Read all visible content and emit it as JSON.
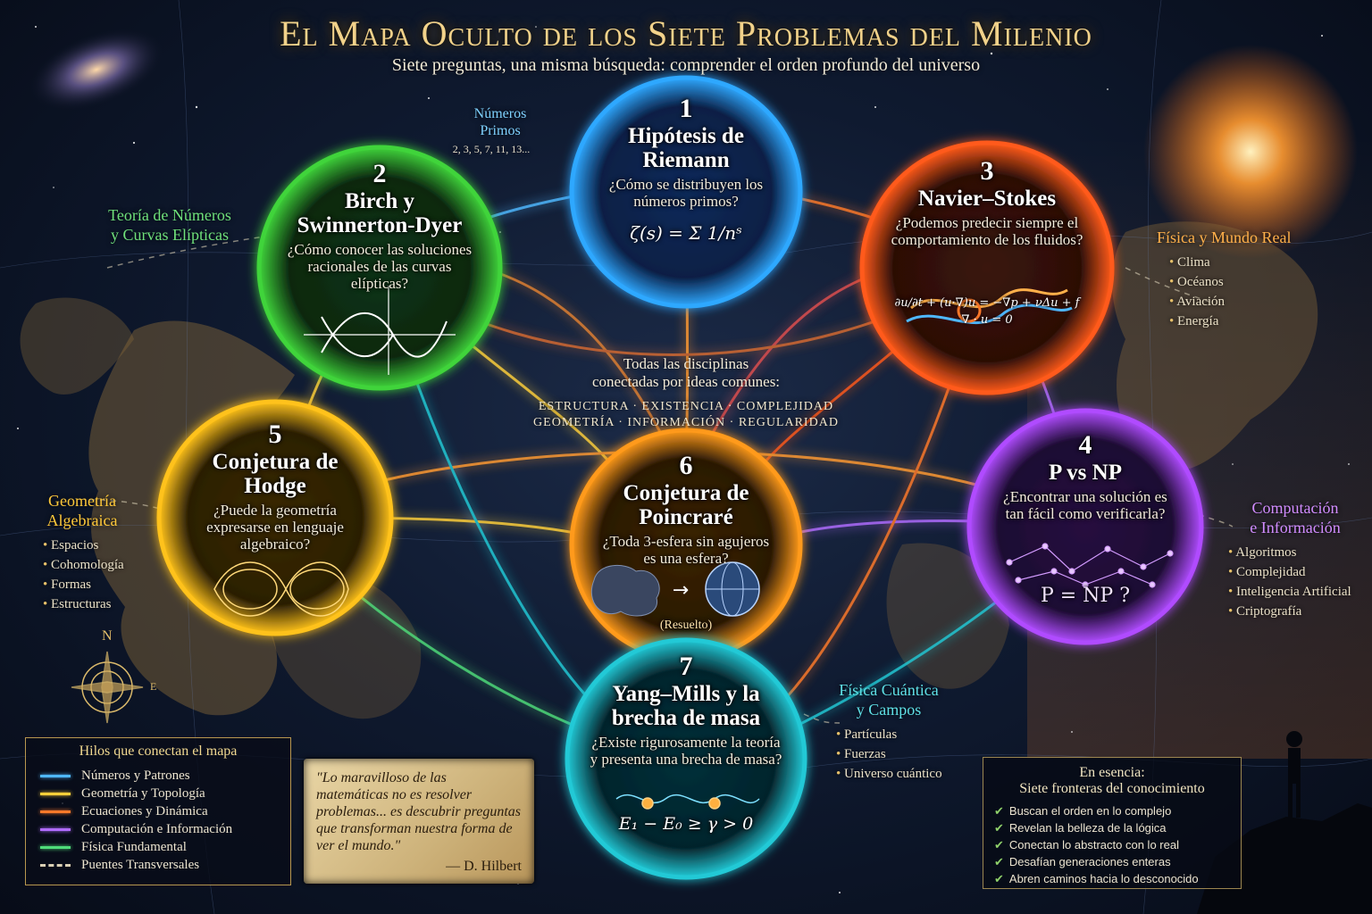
{
  "title": "El Mapa Oculto de los Siete Problemas del Milenio",
  "subtitle": "Siete preguntas, una misma búsqueda: comprender el orden profundo del universo",
  "colors": {
    "riemann": "#2fa8ff",
    "birch": "#3fd43a",
    "navier": "#ff5a1a",
    "pnp": "#b04cff",
    "hodge": "#ffc21a",
    "poincare": "#ff9a1a",
    "yang": "#22c9d6",
    "gold": "#e6c06a"
  },
  "primes": {
    "label": "Números\nPrimos",
    "list": "2, 3, 5, 7, 11, 13..."
  },
  "nodes": {
    "riemann": {
      "num": "1",
      "title": "Hipótesis de Riemann",
      "question": "¿Cómo se distribuyen los números primos?",
      "formula": "ζ(s) = Σ 1/nˢ"
    },
    "birch": {
      "num": "2",
      "title": "Birch y Swinnerton-Dyer",
      "question": "¿Cómo conocer las soluciones racionales de las curvas elípticas?"
    },
    "navier": {
      "num": "3",
      "title": "Navier–Stokes",
      "question": "¿Podemos predecir siempre el comportamiento de los fluidos?",
      "formula1": "∂u/∂t + (u·∇)u = −∇p + νΔu + f",
      "formula2": "∇ · u = 0"
    },
    "pnp": {
      "num": "4",
      "title": "P vs NP",
      "question": "¿Encontrar una solución es tan fácil como verificarla?",
      "formula": "P = NP ?"
    },
    "hodge": {
      "num": "5",
      "title": "Conjetura de Hodge",
      "question": "¿Puede la geometría expresarse en lenguaje algebraico?"
    },
    "poincare": {
      "num": "6",
      "title": "Conjetura de Poincraré",
      "question": "¿Toda 3-esfera sin agujeros es una esfera?",
      "status": "(Resuelto)"
    },
    "yang": {
      "num": "7",
      "title": "Yang–Mills y la brecha de masa",
      "question": "¿Existe rigurosamente la teoría y presenta una brecha de masa?",
      "formula": "E₁ − E₀ ≥ γ > 0"
    }
  },
  "center": {
    "line1": "Todas las disciplinas",
    "line2": "conectadas por ideas comunes:",
    "row1": "ESTRUCTURA · EXISTENCIA · COMPLEJIDAD",
    "row2": "GEOMETRÍA · INFORMACIÓN · REGULARIDAD"
  },
  "sides": {
    "teoria": {
      "head": "Teoría de Números\ny Curvas Elípticas"
    },
    "fisica_real": {
      "head": "Física y Mundo Real",
      "items": [
        "Clima",
        "Océanos",
        "Aviación",
        "Energía"
      ]
    },
    "geometria": {
      "head": "Geometría\nAlgebraica",
      "items": [
        "Espacios",
        "Cohomología",
        "Formas",
        "Estructuras"
      ]
    },
    "computacion": {
      "head": "Computación\ne Información",
      "items": [
        "Algoritmos",
        "Complejidad",
        "Inteligencia Artificial",
        "Criptografía"
      ]
    },
    "cuantica": {
      "head": "Física Cuántica\ny Campos",
      "items": [
        "Partículas",
        "Fuerzas",
        "Universo cuántico"
      ]
    }
  },
  "compass": {
    "n": "N",
    "e": "E"
  },
  "legend": {
    "title": "Hilos que conectan el mapa",
    "items": [
      {
        "label": "Números y Patrones",
        "color": "#4fb8ff",
        "style": "solid"
      },
      {
        "label": "Geometría y Topología",
        "color": "#ffd03a",
        "style": "solid"
      },
      {
        "label": "Ecuaciones y Dinámica",
        "color": "#ff7a2a",
        "style": "solid"
      },
      {
        "label": "Computación e Información",
        "color": "#b06cff",
        "style": "solid"
      },
      {
        "label": "Física Fundamental",
        "color": "#4fdc7a",
        "style": "solid"
      },
      {
        "label": "Puentes Transversales",
        "color": "#d9cfb4",
        "style": "dashed"
      }
    ]
  },
  "quote": {
    "text": "\"Lo maravilloso de las matemáticas no es resolver problemas... es descubrir preguntas que transforman nuestra forma de ver el mundo.\"",
    "author": "— D. Hilbert"
  },
  "essence": {
    "title1": "En esencia:",
    "title2": "Siete fronteras del conocimiento",
    "items": [
      "Buscan el orden en lo complejo",
      "Revelan la belleza de la lógica",
      "Conectan lo abstracto con lo real",
      "Desafían generaciones enteras",
      "Abren caminos hacia lo desconocido"
    ]
  }
}
